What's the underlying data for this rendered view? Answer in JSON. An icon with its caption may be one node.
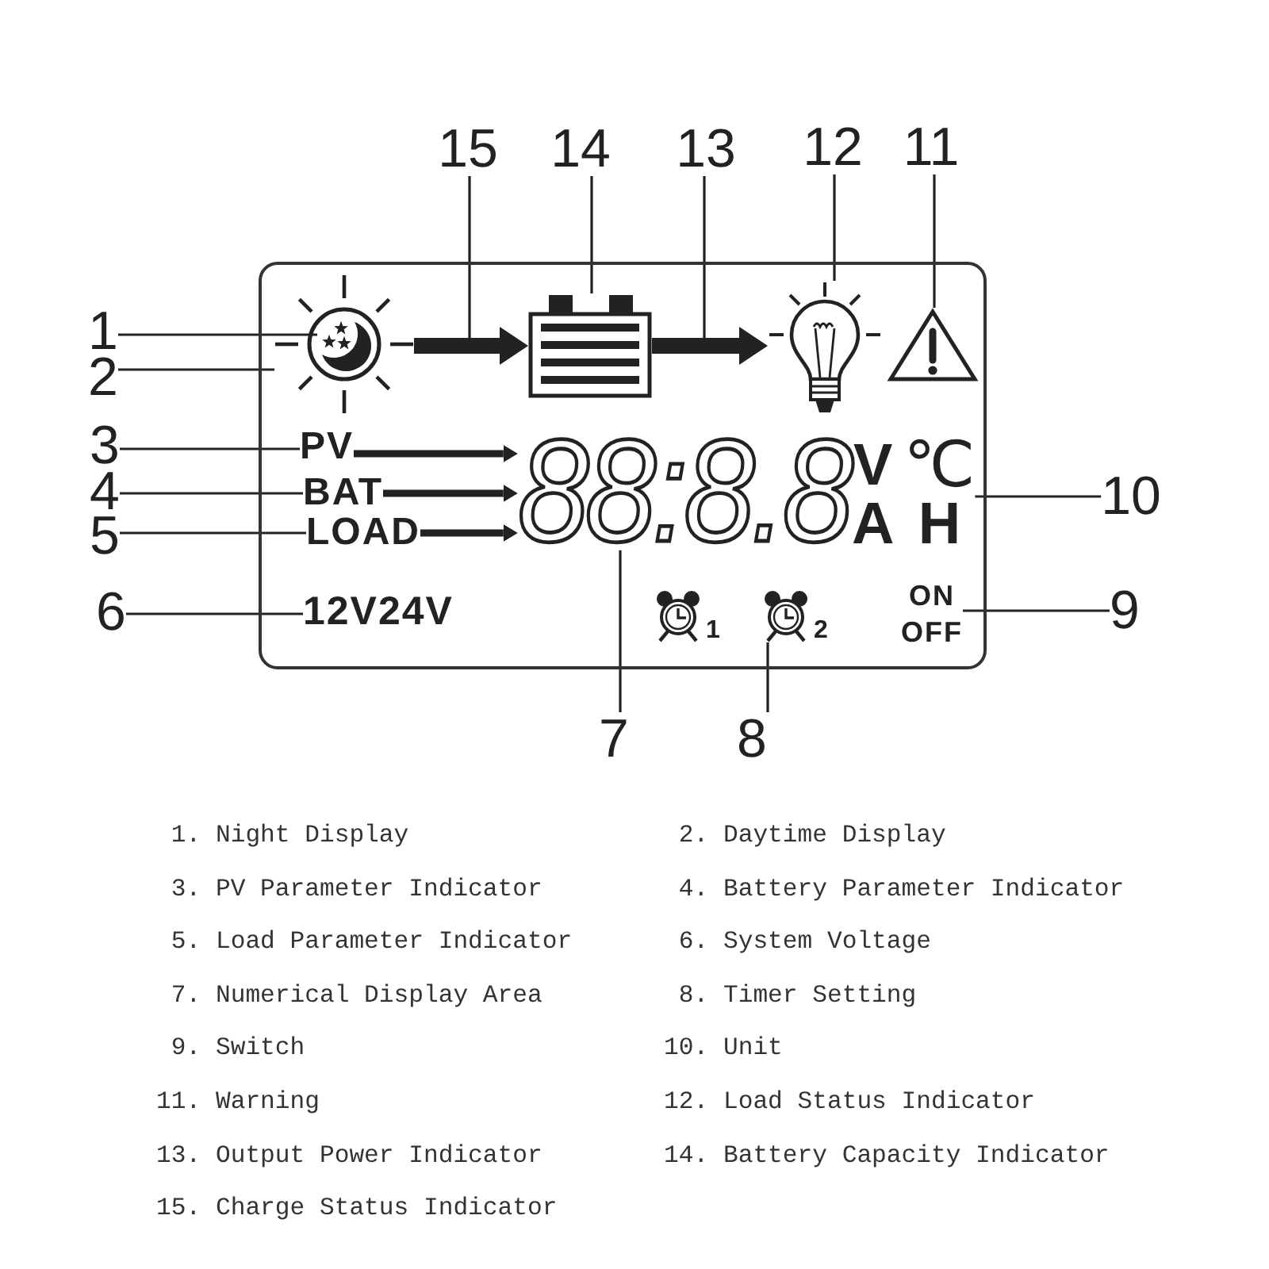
{
  "diagram": {
    "nodes": [
      {
        "text": [
          "15"
        ]
      },
      {
        "text": [
          "14"
        ]
      },
      {
        "text": [
          "13"
        ]
      },
      {
        "text": [
          "12"
        ]
      },
      {
        "text": [
          "11"
        ]
      },
      {
        "text": [
          "1"
        ]
      },
      {
        "text": [
          "2"
        ]
      },
      {
        "text": [],
        "shape": "box"
      },
      {
        "text": [],
        "shape": "picture",
        "in": 7
      },
      {
        "text": [],
        "shape": "picture",
        "in": 8
      },
      {
        "text": [],
        "shape": "picture",
        "in": 7
      },
      {
        "text": [],
        "shape": "picture",
        "in": 7
      },
      {
        "text": [],
        "shape": "picture",
        "in": 7
      },
      {
        "text": [
          "3"
        ]
      },
      {
        "text": [
          "4"
        ]
      },
      {
        "text": [
          "5"
        ]
      },
      {
        "text": [
          "PV"
        ],
        "in": 7
      },
      {
        "text": [
          "BAT"
        ],
        "in": 7
      },
      {
        "text": [
          "LOAD"
        ],
        "in": 7
      },
      {
        "text": [
          "88:8.8"
        ],
        "in": 7
      },
      {
        "text": [
          "V",
          "℃",
          "A",
          "H"
        ],
        "in": 7
      },
      {
        "text": [
          "10"
        ]
      },
      {
        "text": [
          "6"
        ]
      },
      {
        "text": [
          "12V24V"
        ],
        "in": 7
      },
      {
        "text": [],
        "shape": "picture",
        "beside": [
          "1"
        ],
        "in": 7
      },
      {
        "text": [],
        "shape": "picture",
        "beside": [
          "2"
        ],
        "in": 7
      },
      {
        "text": [
          "ON",
          "OFF"
        ],
        "in": 7
      },
      {
        "text": [
          "9"
        ]
      },
      {
        "text": [
          "7"
        ]
      },
      {
        "text": [
          "8"
        ]
      }
    ],
    "edges": [
      {
        "from": 5,
        "to": 9,
        "arrow": "none"
      },
      {
        "from": 6,
        "to": 8,
        "arrow": "none"
      },
      {
        "from": 8,
        "to": 10,
        "arrow": "to",
        "style": "thick"
      },
      {
        "from": 10,
        "to": 11,
        "arrow": "to",
        "style": "thick"
      },
      {
        "from": 0,
        "to": null,
        "arrow": "none"
      },
      {
        "from": 1,
        "to": 10,
        "arrow": "none"
      },
      {
        "from": 2,
        "to": null,
        "arrow": "none"
      },
      {
        "from": 3,
        "to": 11,
        "arrow": "none"
      },
      {
        "from": 4,
        "to": 12,
        "arrow": "none"
      },
      {
        "from": 13,
        "to": 16,
        "arrow": "none"
      },
      {
        "from": 14,
        "to": 17,
        "arrow": "none"
      },
      {
        "from": 15,
        "to": 18,
        "arrow": "none"
      },
      {
        "from": 16,
        "to": 19,
        "arrow": "to",
        "style": "thick"
      },
      {
        "from": 17,
        "to": 19,
        "arrow": "to",
        "style": "thick"
      },
      {
        "from": 18,
        "to": 19,
        "arrow": "to",
        "style": "thick"
      },
      {
        "from": 21,
        "to": 20,
        "arrow": "none"
      },
      {
        "from": 22,
        "to": 23,
        "arrow": "none"
      },
      {
        "from": 27,
        "to": 26,
        "arrow": "none"
      },
      {
        "from": 28,
        "to": 19,
        "arrow": "none"
      },
      {
        "from": 29,
        "to": 25,
        "arrow": "none"
      }
    ],
    "labels": [
      "1. Night Display",
      "2. Daytime Display",
      "3. PV Parameter Indicator",
      "4. Battery Parameter Indicator",
      "5. Load Parameter Indicator",
      "6. System Voltage",
      "7. Numerical Display Area",
      "8. Timer Setting",
      "9. Switch",
      "10. Unit",
      "11. Warning",
      "12. Load Status Indicator",
      "13. Output Power Indicator",
      "14. Battery Capacity Indicator",
      "15. Charge Status Indicator"
    ]
  }
}
